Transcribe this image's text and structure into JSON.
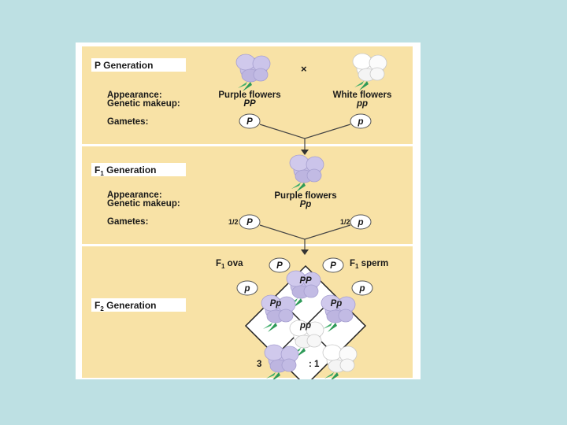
{
  "p_generation": {
    "title": "P Generation",
    "appearance_label": "Appearance:",
    "genetic_label": "Genetic makeup:",
    "gametes_label": "Gametes:",
    "cross_symbol": "×",
    "parent1": {
      "appearance": "Purple flowers",
      "genotype": "PP",
      "gamete": "P"
    },
    "parent2": {
      "appearance": "White flowers",
      "genotype": "pp",
      "gamete": "p"
    }
  },
  "f1_generation": {
    "title_main": "F",
    "title_sub": "1",
    "title_rest": " Generation",
    "appearance_label": "Appearance:",
    "genetic_label": "Genetic makeup:",
    "gametes_label": "Gametes:",
    "appearance": "Purple flowers",
    "genotype": "Pp",
    "gamete_left": {
      "fraction": "1/2",
      "allele": "P"
    },
    "gamete_right": {
      "fraction": "1/2",
      "allele": "p"
    }
  },
  "f2_generation": {
    "title_main": "F",
    "title_sub": "2",
    "title_rest": " Generation",
    "ova_label_main": "F",
    "ova_label_sub": "1",
    "ova_label_rest": " ova",
    "sperm_label_main": "F",
    "sperm_label_sub": "1",
    "sperm_label_rest": " sperm",
    "ova_alleles": [
      "P",
      "p"
    ],
    "sperm_alleles": [
      "P",
      "p"
    ],
    "cells": {
      "top": "PP",
      "left": "Pp",
      "right": "Pp",
      "bottom": "pp"
    },
    "ratio_purple": "3",
    "ratio_white": ": 1"
  },
  "colors": {
    "background": "#bde0e3",
    "band": "#f8e2a6",
    "purple_flower": "#c7c0e6",
    "white_flower": "#ffffff",
    "leaf": "#3fae6a"
  }
}
